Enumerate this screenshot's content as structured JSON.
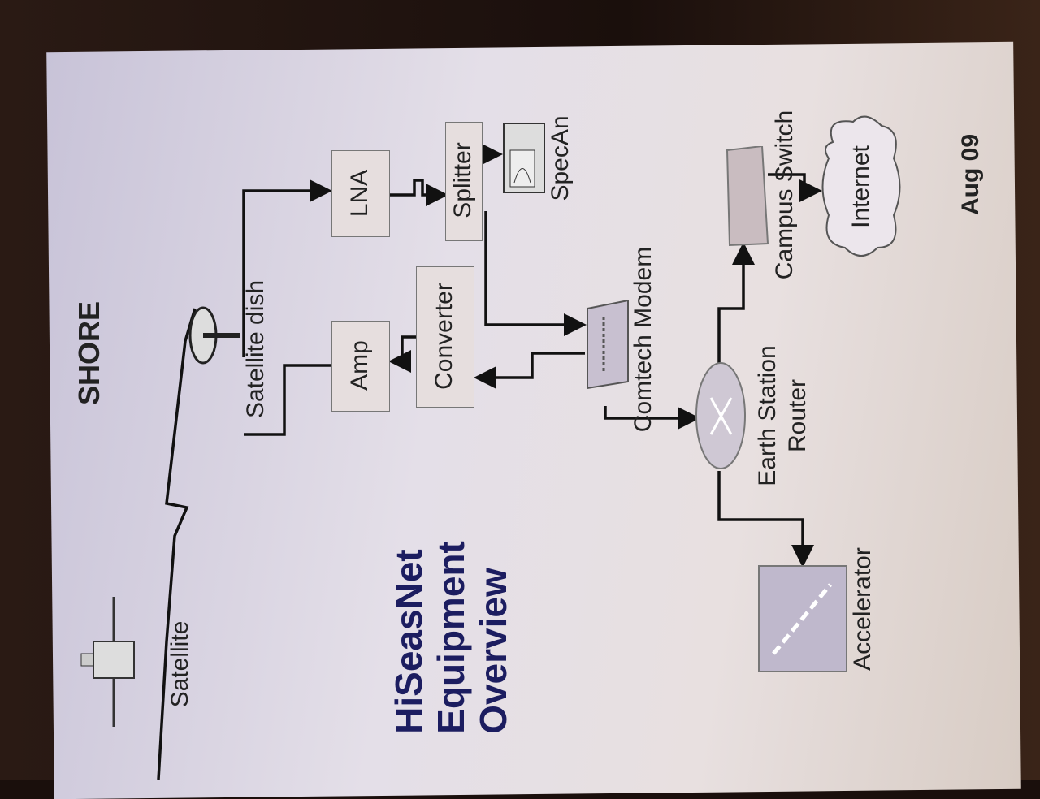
{
  "title": "HiSeasNet Equipment Overview",
  "title_lines": [
    "HiSeasNet",
    "Equipment",
    "Overview"
  ],
  "section": "SHORE",
  "date": "Aug 09",
  "nodes": {
    "satellite": "Satellite",
    "dish": "Satellite dish",
    "amp": "Amp",
    "converter": "Converter",
    "lna": "LNA",
    "splitter": "Splitter",
    "specan": "SpecAn",
    "modem": "Comtech Modem",
    "router_line1": "Earth Station",
    "router_line2": "Router",
    "switch": "Campus Switch",
    "internet": "Internet",
    "accelerator": "Accelerator"
  },
  "colors": {
    "title": "#1c1d60",
    "line": "#111111",
    "paper": "#e4dfe8"
  }
}
